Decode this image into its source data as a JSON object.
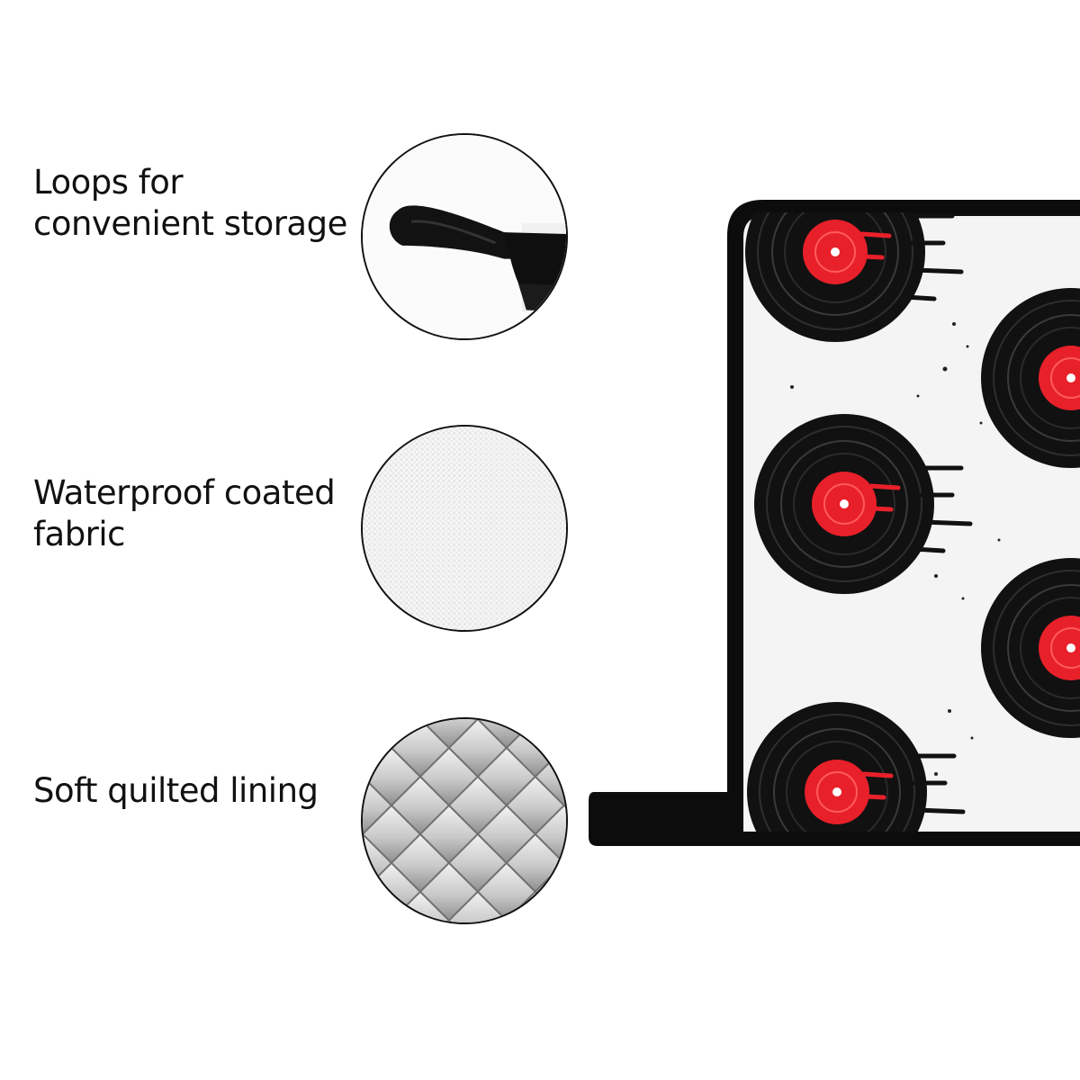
{
  "features": [
    {
      "label": "Loops for\nconvenient storage",
      "icon": "hanging-loop-icon"
    },
    {
      "label": "Waterproof coated\nfabric",
      "icon": "fabric-texture-icon"
    },
    {
      "label": "Soft quilted lining",
      "icon": "quilted-lining-icon"
    }
  ],
  "product": {
    "pattern": "vinyl-record",
    "colors": {
      "record": "#111111",
      "label": "#e8202a",
      "trim": "#0c0c0c",
      "fabric": "#f4f4f4"
    }
  }
}
